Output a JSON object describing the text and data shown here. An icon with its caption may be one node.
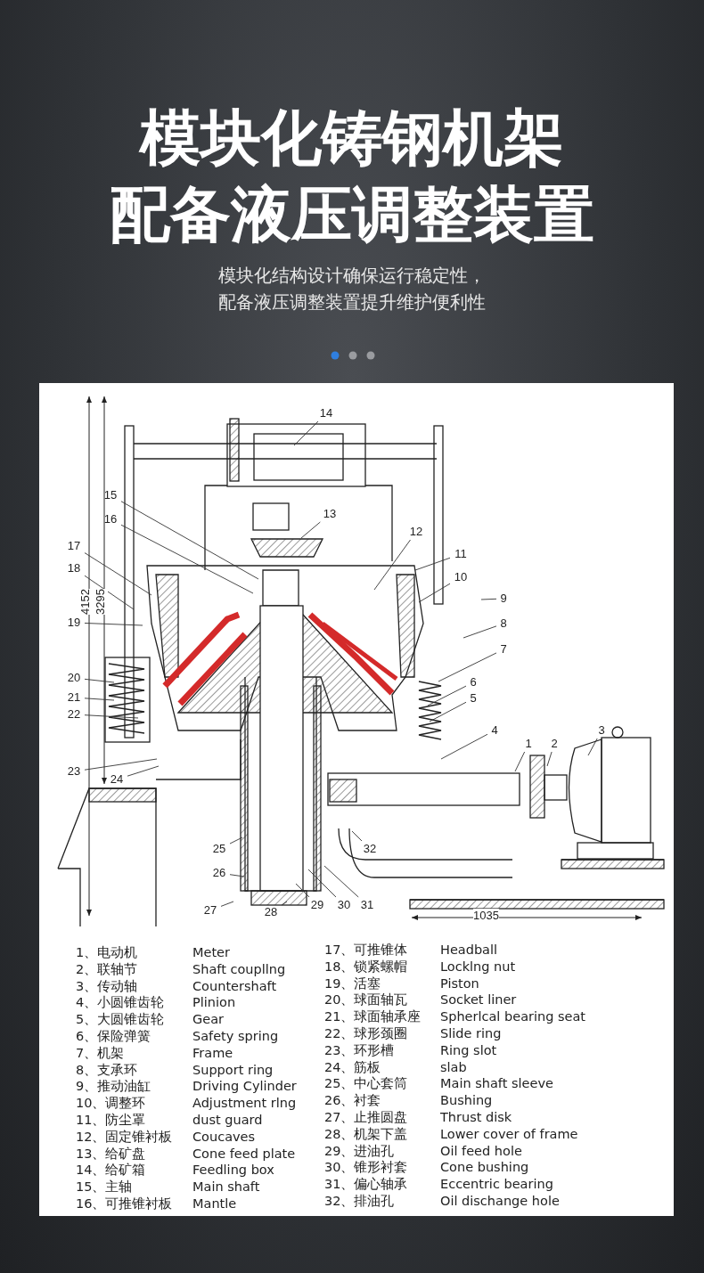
{
  "diagram": {
    "title": "模块化铸钢机架配备液压调整装置",
    "nodes": [
      {
        "text": [
          "1"
        ]
      },
      {
        "text": [
          "2"
        ]
      },
      {
        "text": [
          "3"
        ]
      },
      {
        "text": [
          "4"
        ]
      },
      {
        "text": [
          "5"
        ]
      },
      {
        "text": [
          "6"
        ]
      },
      {
        "text": [
          "7"
        ]
      },
      {
        "text": [
          "8"
        ]
      },
      {
        "text": [
          "9"
        ]
      },
      {
        "text": [
          "10"
        ]
      },
      {
        "text": [
          "11"
        ]
      },
      {
        "text": [
          "12"
        ]
      },
      {
        "text": [
          "13"
        ]
      },
      {
        "text": [
          "14"
        ]
      },
      {
        "text": [
          "15"
        ]
      },
      {
        "text": [
          "16"
        ]
      },
      {
        "text": [
          "17"
        ]
      },
      {
        "text": [
          "18"
        ]
      },
      {
        "text": [
          "19"
        ]
      },
      {
        "text": [
          "20"
        ]
      },
      {
        "text": [
          "21"
        ]
      },
      {
        "text": [
          "22"
        ]
      },
      {
        "text": [
          "23"
        ]
      },
      {
        "text": [
          "24"
        ]
      },
      {
        "text": [
          "25"
        ]
      },
      {
        "text": [
          "26"
        ]
      },
      {
        "text": [
          "27"
        ]
      },
      {
        "text": [
          "28"
        ]
      },
      {
        "text": [
          "29"
        ]
      },
      {
        "text": [
          "30"
        ]
      },
      {
        "text": [
          "31"
        ]
      },
      {
        "text": [
          "32"
        ]
      }
    ],
    "edges": [
      {
        "from": 0,
        "to": null,
        "arrow": "none"
      },
      {
        "from": 1,
        "to": null,
        "arrow": "none"
      },
      {
        "from": 2,
        "to": null,
        "arrow": "none"
      },
      {
        "from": 3,
        "to": null,
        "arrow": "none"
      },
      {
        "from": 4,
        "to": null,
        "arrow": "none"
      },
      {
        "from": 5,
        "to": null,
        "arrow": "none"
      },
      {
        "from": 6,
        "to": null,
        "arrow": "none"
      },
      {
        "from": 7,
        "to": null,
        "arrow": "none"
      },
      {
        "from": 8,
        "to": null,
        "arrow": "none"
      },
      {
        "from": 9,
        "to": null,
        "arrow": "none"
      },
      {
        "from": 10,
        "to": null,
        "arrow": "none"
      },
      {
        "from": 11,
        "to": null,
        "arrow": "none"
      },
      {
        "from": 12,
        "to": null,
        "arrow": "none"
      },
      {
        "from": 13,
        "to": null,
        "arrow": "none"
      },
      {
        "from": 14,
        "to": null,
        "arrow": "none"
      },
      {
        "from": 15,
        "to": null,
        "arrow": "none"
      },
      {
        "from": 16,
        "to": null,
        "arrow": "none"
      },
      {
        "from": 17,
        "to": null,
        "arrow": "none"
      },
      {
        "from": 18,
        "to": null,
        "arrow": "none"
      },
      {
        "from": 19,
        "to": null,
        "arrow": "none"
      },
      {
        "from": 20,
        "to": null,
        "arrow": "none"
      },
      {
        "from": 21,
        "to": null,
        "arrow": "none"
      },
      {
        "from": 22,
        "to": null,
        "arrow": "none"
      },
      {
        "from": 23,
        "to": null,
        "arrow": "none"
      },
      {
        "from": 24,
        "to": null,
        "arrow": "none"
      },
      {
        "from": 25,
        "to": null,
        "arrow": "none"
      },
      {
        "from": 26,
        "to": null,
        "arrow": "none"
      },
      {
        "from": 27,
        "to": null,
        "arrow": "none"
      },
      {
        "from": 28,
        "to": null,
        "arrow": "none"
      },
      {
        "from": 29,
        "to": null,
        "arrow": "none"
      },
      {
        "from": 30,
        "to": null,
        "arrow": "none"
      },
      {
        "from": 31,
        "to": null,
        "arrow": "none"
      }
    ],
    "labels": [
      "模块化结构设计确保运行稳定性，配备液压调整装置提升维护便利性",
      "4152",
      "3295",
      "1035",
      "1、电动机",
      "Meter",
      "17、可推锥体",
      "Headball",
      "2、联轴节",
      "Shaft coupllng",
      "18、锁紧螺帽",
      "Locklng nut",
      "3、传动轴",
      "Countershaft",
      "19、活塞",
      "Piston",
      "4、小圆锥齿轮",
      "Plinion",
      "20、球面轴瓦",
      "Socket liner",
      "5、大圆锥齿轮",
      "Gear",
      "21、球面轴承座",
      "Spherlcal bearing seat",
      "6、保险弹簧",
      "Safety spring",
      "22、球形颈圈",
      "Slide ring",
      "7、机架",
      "Frame",
      "23、环形槽",
      "Ring slot",
      "8、支承环",
      "Support ring",
      "24、筋板",
      "slab",
      "9、推动油缸",
      "Driving Cylinder",
      "25、中心套筒",
      "Main shaft sleeve",
      "10、调整环",
      "Adjustment rlng",
      "26、衬套",
      "Bushing",
      "11、防尘罩",
      "dust guard",
      "27、止推圆盘",
      "Thrust disk",
      "12、固定锥衬板",
      "Coucaves",
      "28、机架下盖",
      "Lower cover of frame",
      "13、给矿盘",
      "Cone feed plate",
      "29、进油孔",
      "Oil feed hole",
      "14、给矿箱",
      "Feedling box",
      "30、锥形衬套",
      "Cone bushing",
      "15、主轴",
      "Main shaft",
      "31、偏心轴承",
      "Eccentric bearing",
      "16、可推锥衬板",
      "Mantle",
      "32、排油孔",
      "Oil dischange hole"
    ]
  }
}
